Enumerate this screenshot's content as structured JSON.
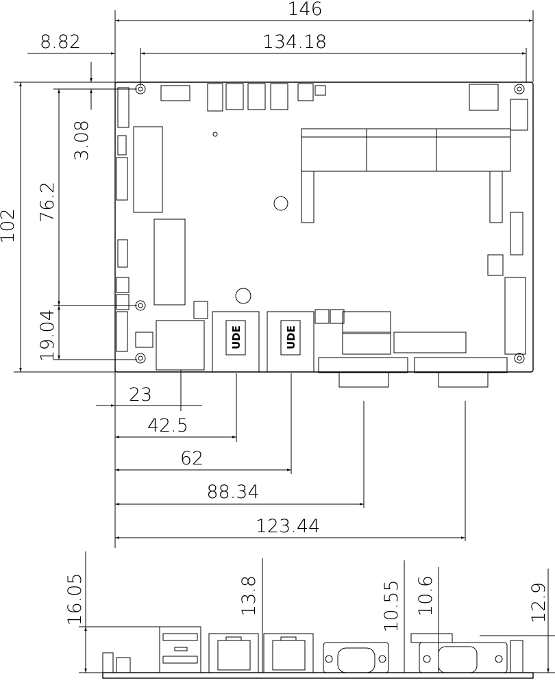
{
  "top_view": {
    "dims": {
      "overall_width": "146",
      "hole_span": "134.18",
      "hole_offset": "8.82",
      "overall_height": "102",
      "hole_vertical": "76.2",
      "hole_top_offset": "3.08",
      "hole_bottom_offset": "19.04",
      "dc_jack": "23",
      "lan1": "42.5",
      "lan2": "62",
      "com": "88.34",
      "vga": "123.44"
    },
    "lan_labels": [
      "UDE",
      "UDE"
    ]
  },
  "side_view": {
    "dims": {
      "usb_height": "16.05",
      "lan_height": "13.8",
      "com_height": "10.55",
      "vga_height": "10.6",
      "header_height": "12.9"
    }
  },
  "colors": {
    "line": "#000000",
    "background": "#ffffff"
  }
}
